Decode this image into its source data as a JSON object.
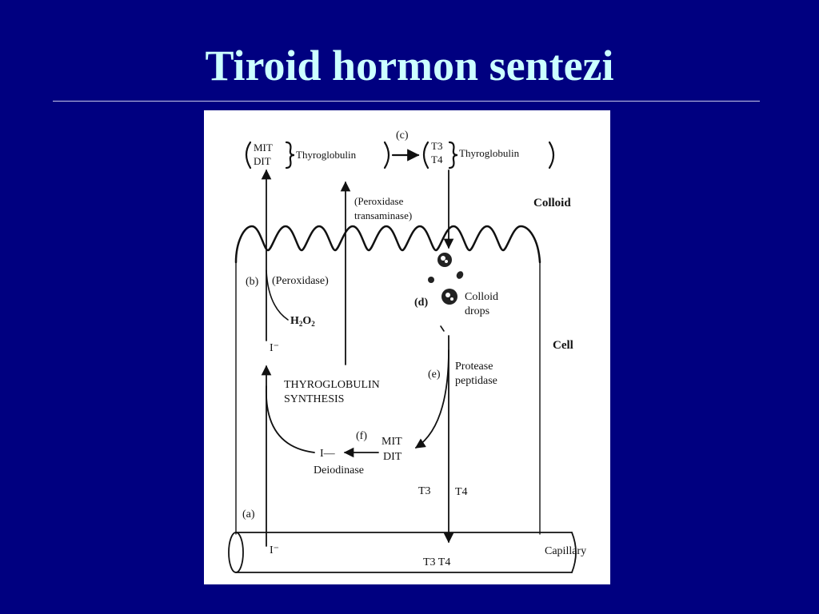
{
  "slide": {
    "title": "Tiroid hormon sentezi"
  },
  "diagram": {
    "top_left_group": {
      "mit": "MIT",
      "dit": "DIT",
      "thyroglobulin": "Thyroglobulin"
    },
    "step_c": "(c)",
    "top_right_group": {
      "t3": "T3",
      "t4": "T4",
      "thyroglobulin": "Thyroglobulin"
    },
    "peroxidase_transaminase": [
      "(Peroxidase",
      "transaminase)"
    ],
    "colloid_label": "Colloid",
    "cell_label": "Cell",
    "capillary_label": "Capillary",
    "step_b": "(b)",
    "peroxidase": "(Peroxidase)",
    "h2o2": {
      "h": "H",
      "two_a": "2",
      "o": "O",
      "two_b": "2"
    },
    "iodide_upper": "I⁻",
    "iodide_lower": "I⁻",
    "iodide_recycled": "I—",
    "synthesis": [
      "THYROGLOBULIN",
      "SYNTHESIS"
    ],
    "step_d": "(d)",
    "colloid_drops": [
      "Colloid",
      "drops"
    ],
    "step_e": "(e)",
    "protease": [
      "Protease",
      "peptidase"
    ],
    "step_f": "(f)",
    "mit_dit_free": [
      "MIT",
      "DIT"
    ],
    "deiodinase": "Deiodinase",
    "step_a": "(a)",
    "t3_cell": "T3",
    "t4_cell": "T4",
    "t3t4_capillary": "T3 T4"
  }
}
